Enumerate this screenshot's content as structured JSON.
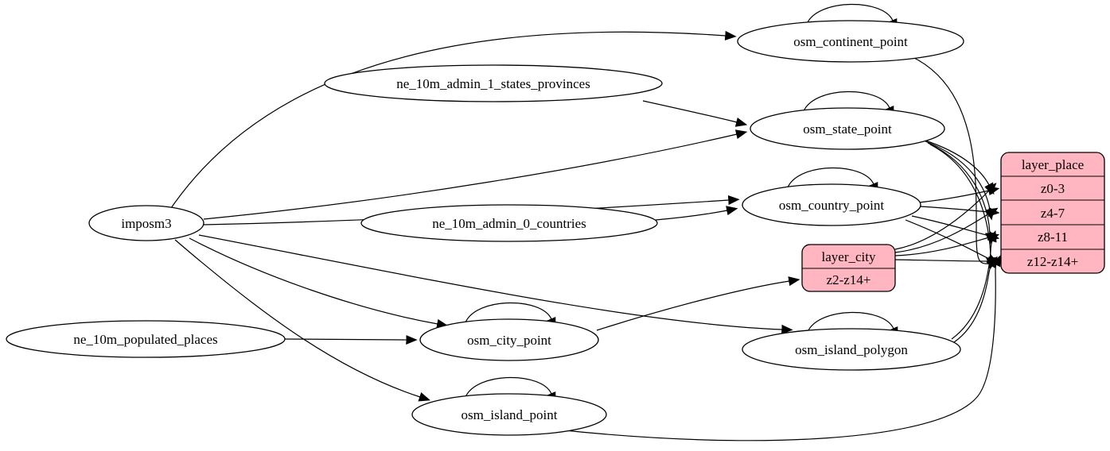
{
  "diagram": {
    "type": "etl-graph",
    "background": "#ffffff",
    "node_fill": "#ffffff",
    "edge_color": "#000000",
    "record_fill": "#ffb6c1",
    "nodes": {
      "imposm3": {
        "label": "imposm3",
        "shape": "ellipse"
      },
      "ne_10m_admin_1_states_provinces": {
        "label": "ne_10m_admin_1_states_provinces",
        "shape": "ellipse"
      },
      "ne_10m_admin_0_countries": {
        "label": "ne_10m_admin_0_countries",
        "shape": "ellipse"
      },
      "ne_10m_populated_places": {
        "label": "ne_10m_populated_places",
        "shape": "ellipse"
      },
      "osm_continent_point": {
        "label": "osm_continent_point",
        "shape": "ellipse"
      },
      "osm_state_point": {
        "label": "osm_state_point",
        "shape": "ellipse"
      },
      "osm_country_point": {
        "label": "osm_country_point",
        "shape": "ellipse"
      },
      "osm_city_point": {
        "label": "osm_city_point",
        "shape": "ellipse"
      },
      "osm_island_polygon": {
        "label": "osm_island_polygon",
        "shape": "ellipse"
      },
      "osm_island_point": {
        "label": "osm_island_point",
        "shape": "ellipse"
      },
      "layer_city": {
        "label": "layer_city",
        "shape": "record",
        "rows": [
          "z2-z14+"
        ]
      },
      "layer_place": {
        "label": "layer_place",
        "shape": "record",
        "rows": [
          "z0-3",
          "z4-7",
          "z8-11",
          "z12-z14+"
        ]
      }
    },
    "edges": [
      {
        "from": "imposm3",
        "to": "osm_continent_point"
      },
      {
        "from": "imposm3",
        "to": "osm_state_point"
      },
      {
        "from": "imposm3",
        "to": "osm_country_point"
      },
      {
        "from": "imposm3",
        "to": "osm_city_point"
      },
      {
        "from": "imposm3",
        "to": "osm_island_polygon"
      },
      {
        "from": "imposm3",
        "to": "osm_island_point"
      },
      {
        "from": "ne_10m_admin_1_states_provinces",
        "to": "osm_state_point"
      },
      {
        "from": "ne_10m_admin_0_countries",
        "to": "osm_country_point"
      },
      {
        "from": "ne_10m_populated_places",
        "to": "osm_city_point"
      },
      {
        "from": "osm_continent_point",
        "to": "osm_continent_point"
      },
      {
        "from": "osm_state_point",
        "to": "osm_state_point"
      },
      {
        "from": "osm_country_point",
        "to": "osm_country_point"
      },
      {
        "from": "osm_city_point",
        "to": "osm_city_point"
      },
      {
        "from": "osm_island_polygon",
        "to": "osm_island_polygon"
      },
      {
        "from": "osm_island_point",
        "to": "osm_island_point"
      },
      {
        "from": "osm_city_point",
        "to": "layer_city",
        "to_port": "z2-z14+"
      },
      {
        "from": "layer_city",
        "to": "layer_place",
        "to_port": "z0-3"
      },
      {
        "from": "layer_city",
        "to": "layer_place",
        "to_port": "z4-7"
      },
      {
        "from": "layer_city",
        "to": "layer_place",
        "to_port": "z8-11"
      },
      {
        "from": "layer_city",
        "to": "layer_place",
        "to_port": "z12-z14+"
      },
      {
        "from": "osm_state_point",
        "to": "layer_place",
        "to_port": "z0-3"
      },
      {
        "from": "osm_state_point",
        "to": "layer_place",
        "to_port": "z4-7"
      },
      {
        "from": "osm_state_point",
        "to": "layer_place",
        "to_port": "z8-11"
      },
      {
        "from": "osm_state_point",
        "to": "layer_place",
        "to_port": "z12-z14+"
      },
      {
        "from": "osm_country_point",
        "to": "layer_place",
        "to_port": "z0-3"
      },
      {
        "from": "osm_country_point",
        "to": "layer_place",
        "to_port": "z4-7"
      },
      {
        "from": "osm_country_point",
        "to": "layer_place",
        "to_port": "z8-11"
      },
      {
        "from": "osm_country_point",
        "to": "layer_place",
        "to_port": "z12-z14+"
      },
      {
        "from": "osm_continent_point",
        "to": "layer_place",
        "to_port": "z12-z14+"
      },
      {
        "from": "osm_island_polygon",
        "to": "layer_place",
        "to_port": "z8-11"
      },
      {
        "from": "osm_island_polygon",
        "to": "layer_place",
        "to_port": "z12-z14+"
      },
      {
        "from": "osm_island_point",
        "to": "layer_place",
        "to_port": "z12-z14+"
      }
    ]
  }
}
